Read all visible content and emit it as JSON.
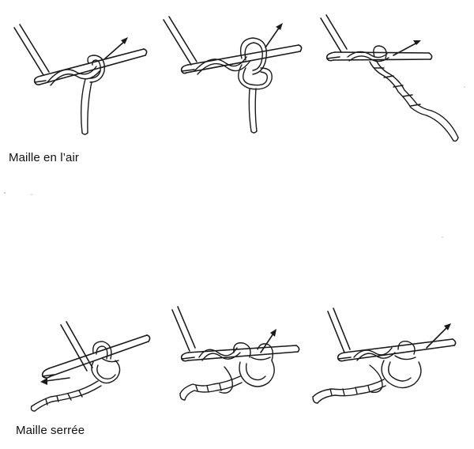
{
  "captions": {
    "chain_stitch": "Maille en l’air",
    "single_crochet": "Maille serrée"
  },
  "figures": [
    {
      "row": "chain_stitch",
      "step": 1,
      "icon": "crochet-hook-loop-icon"
    },
    {
      "row": "chain_stitch",
      "step": 2,
      "icon": "crochet-hook-pull-through-icon"
    },
    {
      "row": "chain_stitch",
      "step": 3,
      "icon": "crochet-chain-formed-icon"
    },
    {
      "row": "single_crochet",
      "step": 1,
      "icon": "crochet-hook-insert-icon"
    },
    {
      "row": "single_crochet",
      "step": 2,
      "icon": "crochet-hook-yarn-over-icon"
    },
    {
      "row": "single_crochet",
      "step": 3,
      "icon": "crochet-hook-complete-icon"
    }
  ]
}
